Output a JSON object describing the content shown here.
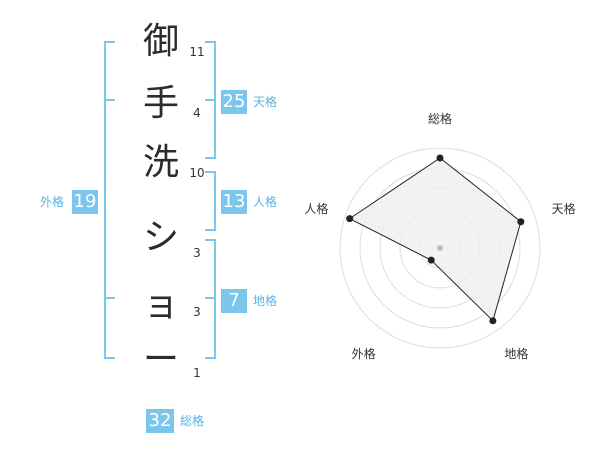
{
  "name_chars": [
    {
      "char": "御",
      "strokes": "11"
    },
    {
      "char": "手",
      "strokes": "4"
    },
    {
      "char": "洗",
      "strokes": "10"
    },
    {
      "char": "シ",
      "strokes": "3"
    },
    {
      "char": "ョ",
      "strokes": "3"
    },
    {
      "char": "ー",
      "strokes": "1"
    }
  ],
  "fortunes": {
    "tenkaku": {
      "value": "25",
      "label": "天格"
    },
    "jinkaku": {
      "value": "13",
      "label": "人格"
    },
    "chikaku": {
      "value": "7",
      "label": "地格"
    },
    "gaikaku": {
      "value": "19",
      "label": "外格"
    },
    "soukaku": {
      "value": "32",
      "label": "総格"
    }
  },
  "chart_data": {
    "type": "radar",
    "axes": [
      "総格",
      "天格",
      "地格",
      "外格",
      "人格"
    ],
    "values": [
      0.9,
      0.85,
      0.9,
      0.15,
      0.95
    ],
    "max": 1,
    "rings": 5,
    "colors": {
      "fill": "#efefef",
      "line": "#222222",
      "ring": "#dddddd",
      "center": "#bbbbbb"
    }
  },
  "colors": {
    "bracket": "#7cc6ee",
    "badge": "#7cc6ee",
    "label": "#5ab2e2"
  }
}
